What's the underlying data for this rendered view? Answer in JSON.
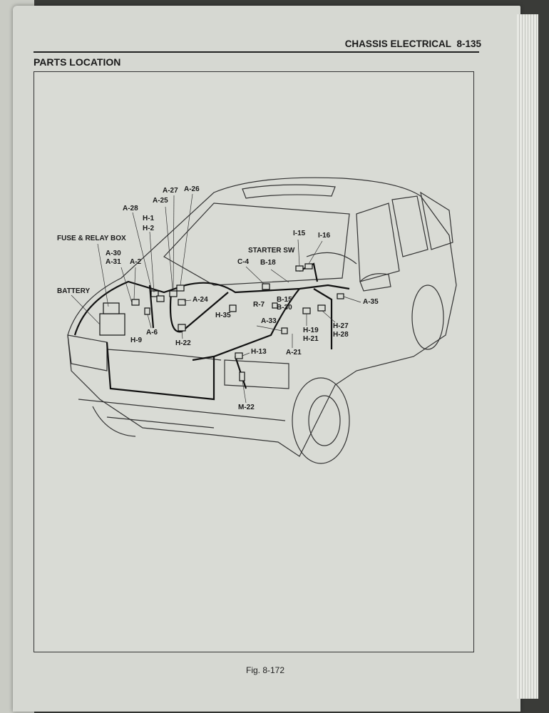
{
  "header": {
    "section": "CHASSIS ELECTRICAL",
    "page": "8-135"
  },
  "title": "PARTS LOCATION",
  "figure": "Fig. 8-172",
  "labels": {
    "a27": "A-27",
    "a26": "A-26",
    "a25": "A-25",
    "a28": "A-28",
    "h1": "H-1",
    "h2": "H-2",
    "fuse": "FUSE & RELAY BOX",
    "a30": "A-30",
    "a31": "A-31",
    "a2": "A-2",
    "battery": "BATTERY",
    "a24": "A-24",
    "h35": "H-35",
    "a6": "A-6",
    "h9": "H-9",
    "h22": "H-22",
    "i15": "I-15",
    "i16": "I-16",
    "starter": "STARTER SW",
    "c4": "C-4",
    "b18": "B-18",
    "b15": "B-15",
    "r7": "R-7",
    "b30": "B-30",
    "a33": "A-33",
    "h19": "H-19",
    "h21": "H-21",
    "h27": "H-27",
    "h28": "H-28",
    "a35": "A-35",
    "a21": "A-21",
    "h13": "H-13",
    "m22": "M-22"
  }
}
